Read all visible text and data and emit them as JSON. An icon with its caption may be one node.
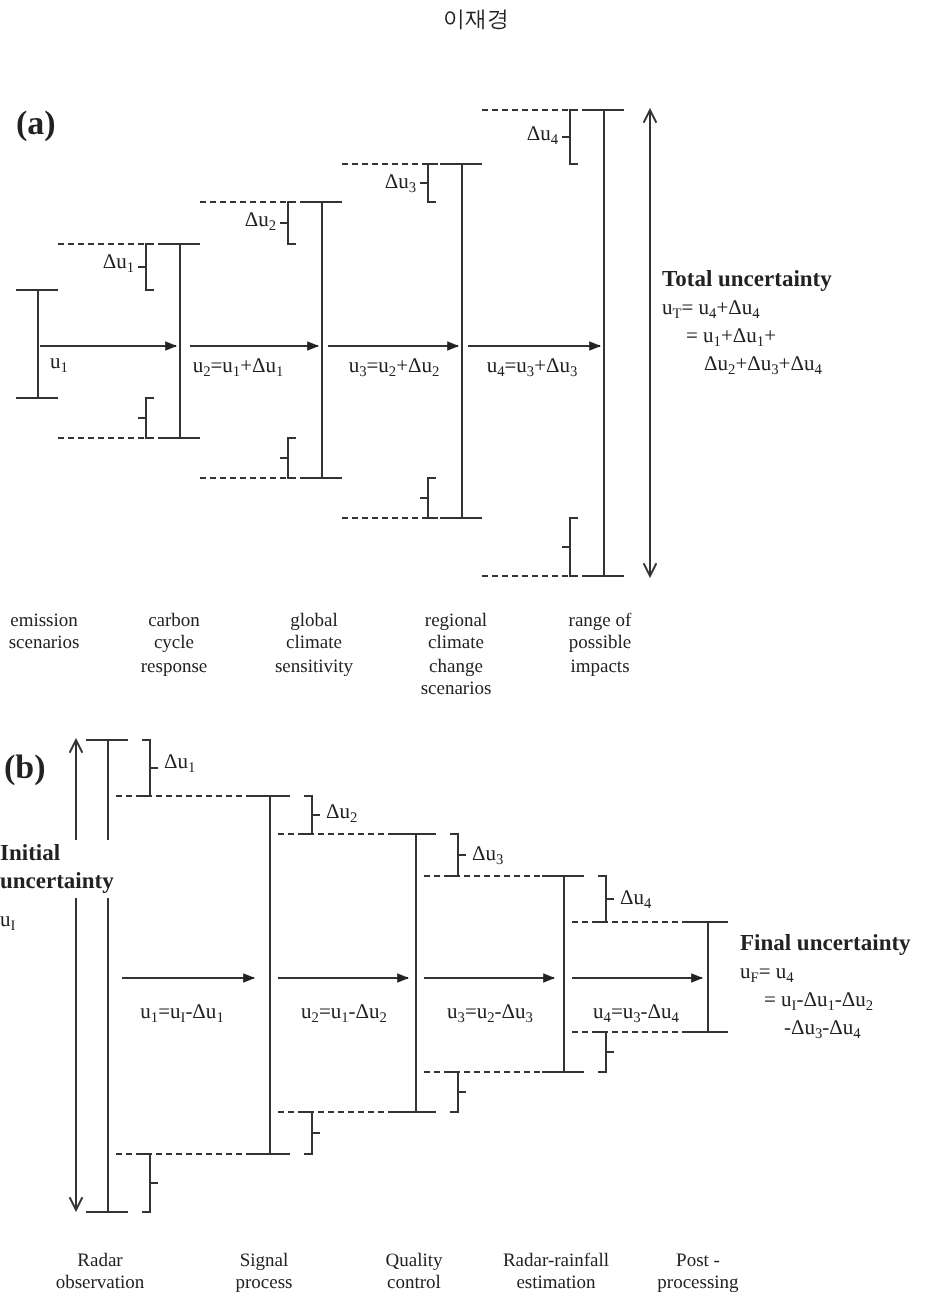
{
  "diagram": {
    "labels": [
      "이재경",
      "(a)",
      "Δu$_{4}$",
      "Δu$_{3}$",
      "Δu$_{2}$",
      "Δu$_{1}$",
      "Total uncertainty",
      "u$_{T}$= u$_{4}$+Δu$_{4}$",
      "= u$_{1}$+Δu$_{1}$+",
      "u$_{1}$",
      "u$_{2}$=u$_{1}$+Δu$_{1}$",
      "u$_{3}$=u$_{2}$+Δu$_{2}$",
      "u$_{4}$=u$_{3}$+Δu$_{3}$",
      "Δu$_{2}$+Δu$_{3}$+Δu$_{4}$",
      "emission scenarios",
      "carbon cycle response",
      "global climate sensitivity",
      "regional climate change scenarios",
      "range of possible impacts",
      "(b)",
      "Δu$_{1}$",
      "Δu$_{2}$",
      "Δu$_{3}$",
      "Initial uncertainty",
      "u$_{I}$",
      "Δu$_{4}$",
      "Final uncertainty",
      "u$_{F}$= u$_{4}$",
      "= u$_{I}$-Δu$_{1}$-Δu$_{2}$",
      "-Δu$_{3}$-Δu$_{4}$",
      "u$_{1}$=u$_{I}$-Δu$_{1}$",
      "u$_{2}$=u$_{1}$-Δu$_{2}$",
      "u$_{3}$=u$_{2}$-Δu$_{3}$",
      "u$_{4}$=u$_{3}$-Δu$_{4}$",
      "Radar observation",
      "Signal process",
      "Quality control",
      "Radar-rainfall estimation",
      "Post -processing"
    ]
  }
}
